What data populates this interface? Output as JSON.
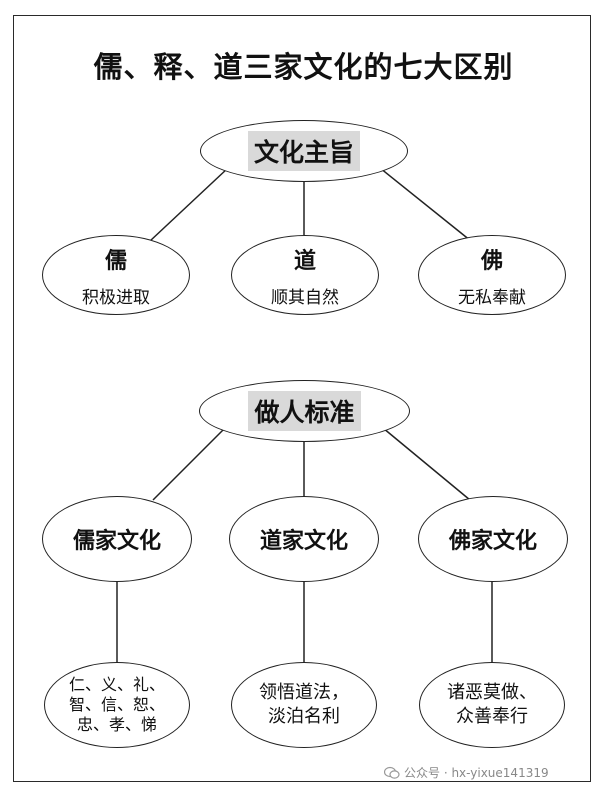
{
  "title": "儒、释、道三家文化的七大区别",
  "section1": {
    "heading": "文化主旨",
    "nodes": [
      {
        "name": "儒",
        "desc": "积极进取"
      },
      {
        "name": "道",
        "desc": "顺其自然"
      },
      {
        "name": "佛",
        "desc": "无私奉献"
      }
    ]
  },
  "section2": {
    "heading": "做人标准",
    "nodes": [
      {
        "name": "儒家文化",
        "desc_lines": [
          "仁、义、礼、",
          "智、信、恕、",
          "忠、孝、悌"
        ]
      },
      {
        "name": "道家文化",
        "desc_lines": [
          "领悟道法，",
          "淡泊名利"
        ]
      },
      {
        "name": "佛家文化",
        "desc_lines": [
          "诸恶莫做、",
          "众善奉行"
        ]
      }
    ]
  },
  "watermark": "公众号 · hx-yixue141319"
}
